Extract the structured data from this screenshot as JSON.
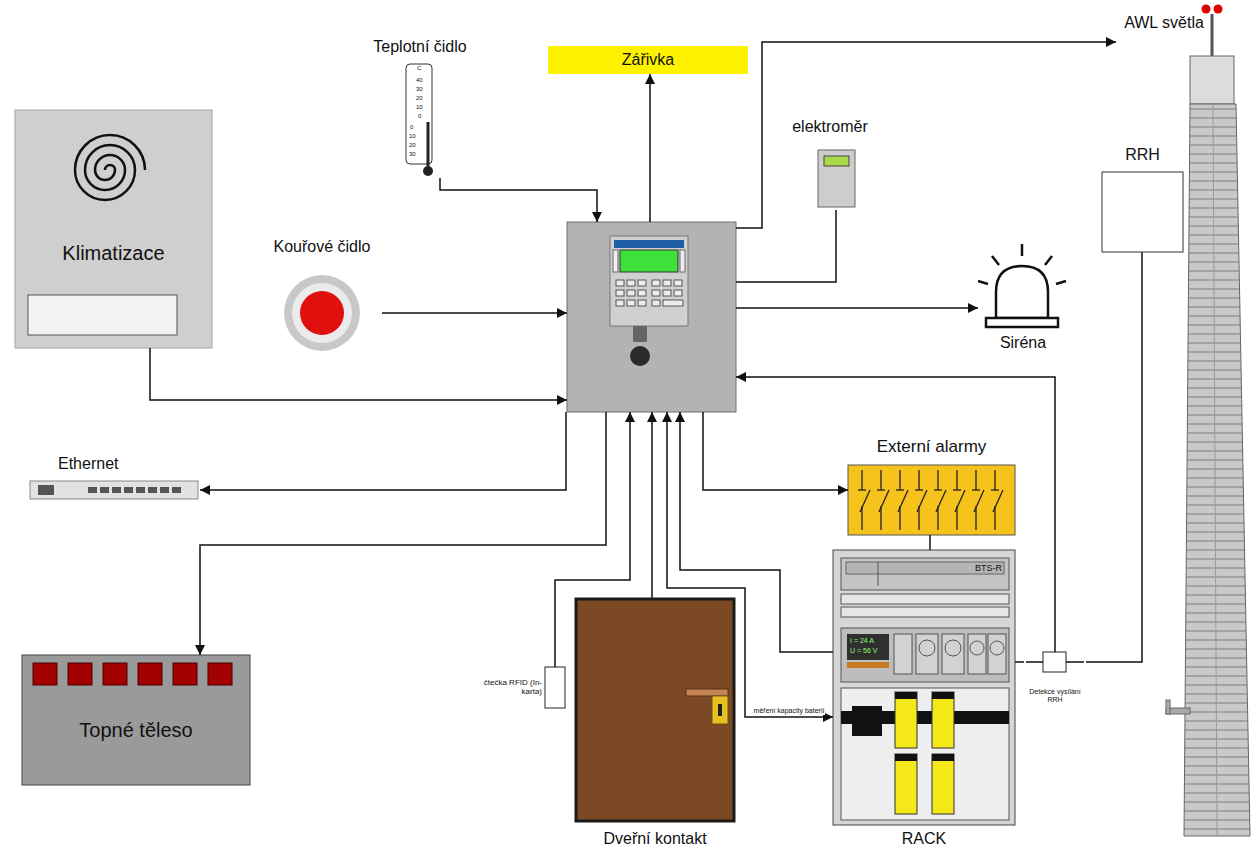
{
  "diagram": {
    "nodes": [
      {
        "text": [
          "Klimatizace"
        ]
      },
      {
        "text": [
          "Teplotní čidlo"
        ]
      },
      {
        "text": [
          "Kouřové čidlo"
        ]
      },
      {
        "text": [
          "Zářivka"
        ]
      },
      {
        "text": []
      },
      {
        "text": [
          "elektroměr"
        ]
      },
      {
        "text": [
          "AWL světla"
        ]
      },
      {
        "text": [
          "RRH"
        ]
      },
      {
        "text": [
          "Siréna"
        ]
      },
      {
        "text": [
          "Ethernet"
        ]
      },
      {
        "text": [
          "Externí alarmy"
        ]
      },
      {
        "text": [
          "RACK"
        ]
      },
      {
        "text": [
          "Detekce vysílání RRH"
        ]
      },
      {
        "text": [
          "čtečka RFID (In-karta)"
        ]
      },
      {
        "text": [
          "Dveřní kontakt"
        ]
      },
      {
        "text": [
          "Topné těleso"
        ]
      }
    ],
    "edges": [
      {
        "from": 1,
        "to": 4,
        "arrow": "to"
      },
      {
        "from": 4,
        "to": 3,
        "arrow": "to"
      },
      {
        "from": 4,
        "to": 6,
        "arrow": "to"
      },
      {
        "from": 4,
        "to": 5,
        "arrow": "none"
      },
      {
        "from": 2,
        "to": 4,
        "arrow": "to"
      },
      {
        "from": 4,
        "to": 8,
        "arrow": "to"
      },
      {
        "from": 0,
        "to": 4,
        "arrow": "to"
      },
      {
        "from": 12,
        "to": 4,
        "arrow": "to"
      },
      {
        "from": 7,
        "to": 12,
        "arrow": "none"
      },
      {
        "from": 4,
        "to": 9,
        "arrow": "to"
      },
      {
        "from": 4,
        "to": 15,
        "arrow": "to"
      },
      {
        "from": 4,
        "to": 10,
        "arrow": "to"
      },
      {
        "from": 10,
        "to": 11,
        "arrow": "none"
      },
      {
        "from": 13,
        "to": 4,
        "arrow": "to"
      },
      {
        "from": 14,
        "to": 4,
        "arrow": "to"
      },
      {
        "from": 11,
        "to": 4,
        "arrow": "to"
      },
      {
        "from": 4,
        "to": 11,
        "label": "měření kapacity baterií",
        "arrow": "both"
      },
      {
        "from": 11,
        "to": 12,
        "arrow": "none"
      }
    ],
    "labels": [
      "C",
      "40",
      "30",
      "20",
      "10",
      "0",
      "0",
      "10",
      "20",
      "30",
      "BTS-R",
      "I = 24 A",
      "U = 56 V"
    ]
  }
}
